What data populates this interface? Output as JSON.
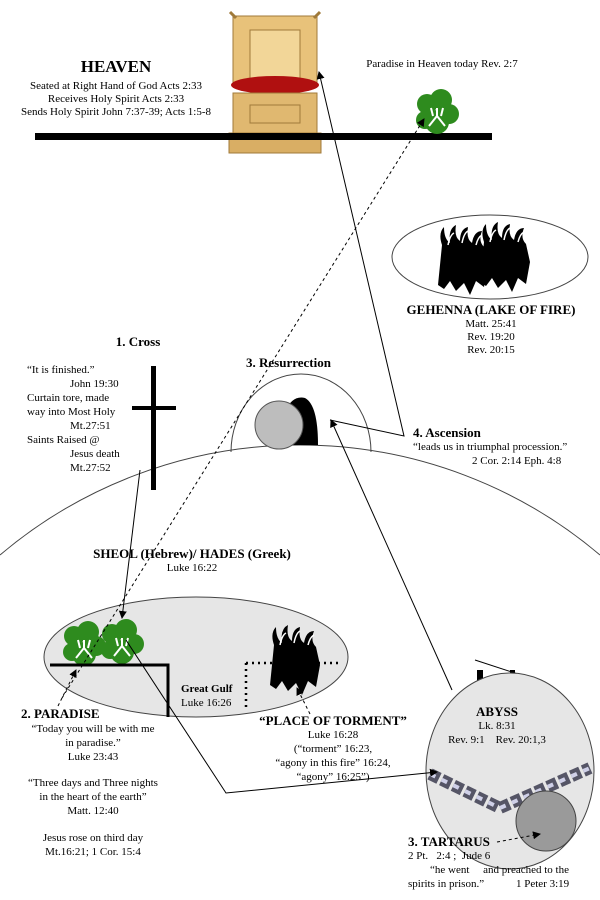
{
  "heaven": {
    "title": "HEAVEN",
    "lines": [
      "Seated at Right Hand of God Acts 2:33",
      "Receives Holy Spirit  Acts 2:33",
      "Sends Holy Spirit John 7:37-39; Acts 1:5-8"
    ],
    "paradise_note": "Paradise in Heaven today  Rev. 2:7"
  },
  "gehenna": {
    "title": "GEHENNA (LAKE OF FIRE)",
    "refs": [
      "Matt. 25:41",
      "Rev. 19:20",
      "Rev. 20:15"
    ]
  },
  "cross": {
    "title": "1. Cross",
    "lines": [
      "“It is finished.”",
      "John 19:30",
      "Curtain tore, made",
      "way into Most Holy",
      "Mt.27:51",
      "Saints Raised @",
      "Jesus death",
      "Mt.27:52"
    ]
  },
  "resurrection": {
    "title": "3.  Resurrection"
  },
  "ascension": {
    "title": "4.   Ascension",
    "quote": "“leads us in triumphal procession.”",
    "refs": "2 Cor. 2:14 Eph. 4:8"
  },
  "sheol": {
    "title": "SHEOL (Hebrew)/ HADES (Greek)",
    "ref": "Luke 16:22",
    "gulf_title": "Great Gulf",
    "gulf_ref": "Luke 16:26"
  },
  "paradise": {
    "title": "2. PARADISE",
    "lines": [
      "“Today you will be with me",
      "in paradise.”",
      "Luke 23:43",
      "",
      "“Three days and Three nights",
      "in the heart of the earth”",
      "Matt. 12:40",
      "",
      "Jesus rose on third day",
      "Mt.16:21; 1 Cor. 15:4"
    ]
  },
  "torment": {
    "title": "“PLACE OF TORMENT”",
    "lines": [
      "Luke 16:28",
      "(“torment” 16:23,",
      "“agony in this fire” 16:24,",
      "“agony” 16:25”)"
    ]
  },
  "abyss": {
    "title": "ABYSS",
    "ref1": "Lk. 8:31",
    "ref2": "Rev. 9:1    Rev. 20:1,3"
  },
  "tartarus": {
    "title": "3. TARTARUS",
    "ref": "2 Pt.   2:4 ;  Jude 6",
    "quote1": "“he went     and preached to the",
    "quote2": "spirits in prison.”",
    "quote_ref": "1 Peter 3:19"
  },
  "colors": {
    "bush": "#2e8b1e",
    "region_fill": "#e6e6e6",
    "throne": "#e8c27a",
    "cushion": "#b01010"
  }
}
